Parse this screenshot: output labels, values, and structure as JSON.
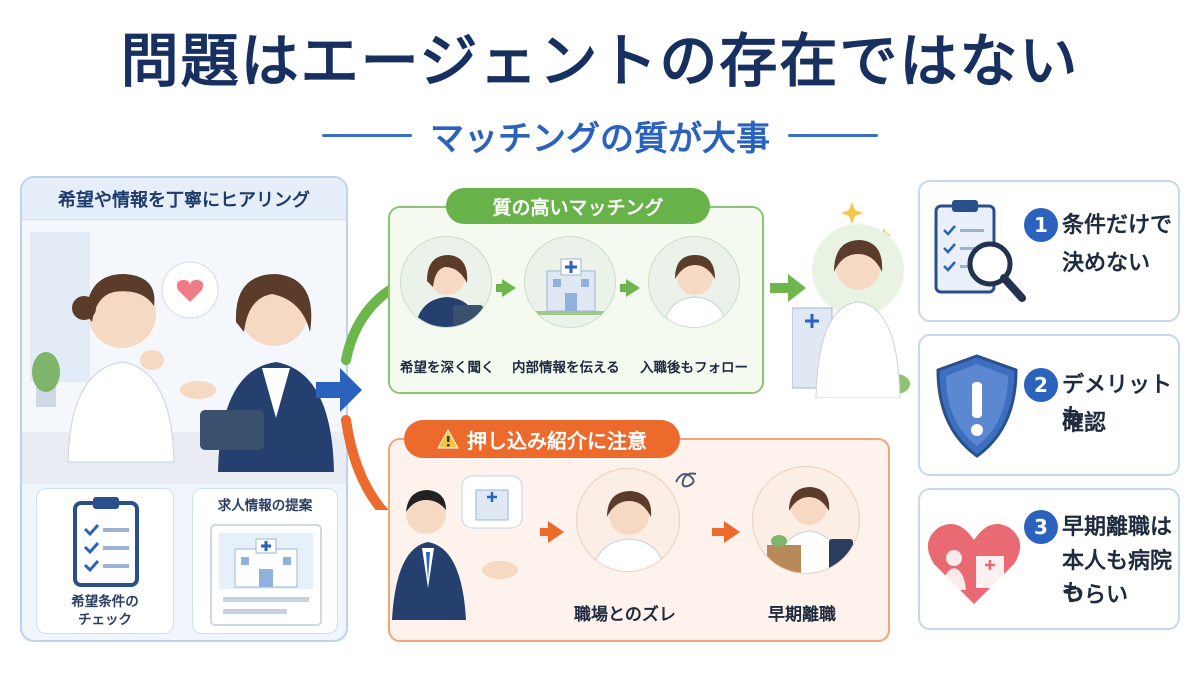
{
  "title": "問題はエージェントの存在ではない",
  "subtitle": "マッチングの質が大事",
  "left_panel": {
    "header": "希望や情報を丁寧にヒアリング",
    "card1_line1": "希望条件の",
    "card1_line2": "チェック",
    "card2_title": "求人情報の提案"
  },
  "good_flow": {
    "tag": "質の高いマッチング",
    "steps": [
      {
        "label": "希望を深く聞く"
      },
      {
        "label": "内部情報を伝える"
      },
      {
        "label": "入職後もフォロー"
      }
    ]
  },
  "bad_flow": {
    "tag": "押し込み紹介に注意",
    "warning_icon": "warning-triangle-icon",
    "steps": [
      {
        "label": "職場とのズレ"
      },
      {
        "label": "早期離職"
      }
    ]
  },
  "points": [
    {
      "num": "1",
      "line1": "条件だけで",
      "line2": "決めない",
      "line3": "",
      "icon": "checklist-magnifier-icon"
    },
    {
      "num": "2",
      "line1": "デメリットも",
      "line2": "確認",
      "line3": "",
      "icon": "shield-exclamation-icon"
    },
    {
      "num": "3",
      "line1": "早期離職は",
      "line2": "本人も病院も",
      "line3": "つらい",
      "icon": "heart-hospital-icon"
    }
  ],
  "colors": {
    "navy": "#17305f",
    "blue": "#2a62bd",
    "green": "#67b34a",
    "orange": "#ec6a2c"
  }
}
